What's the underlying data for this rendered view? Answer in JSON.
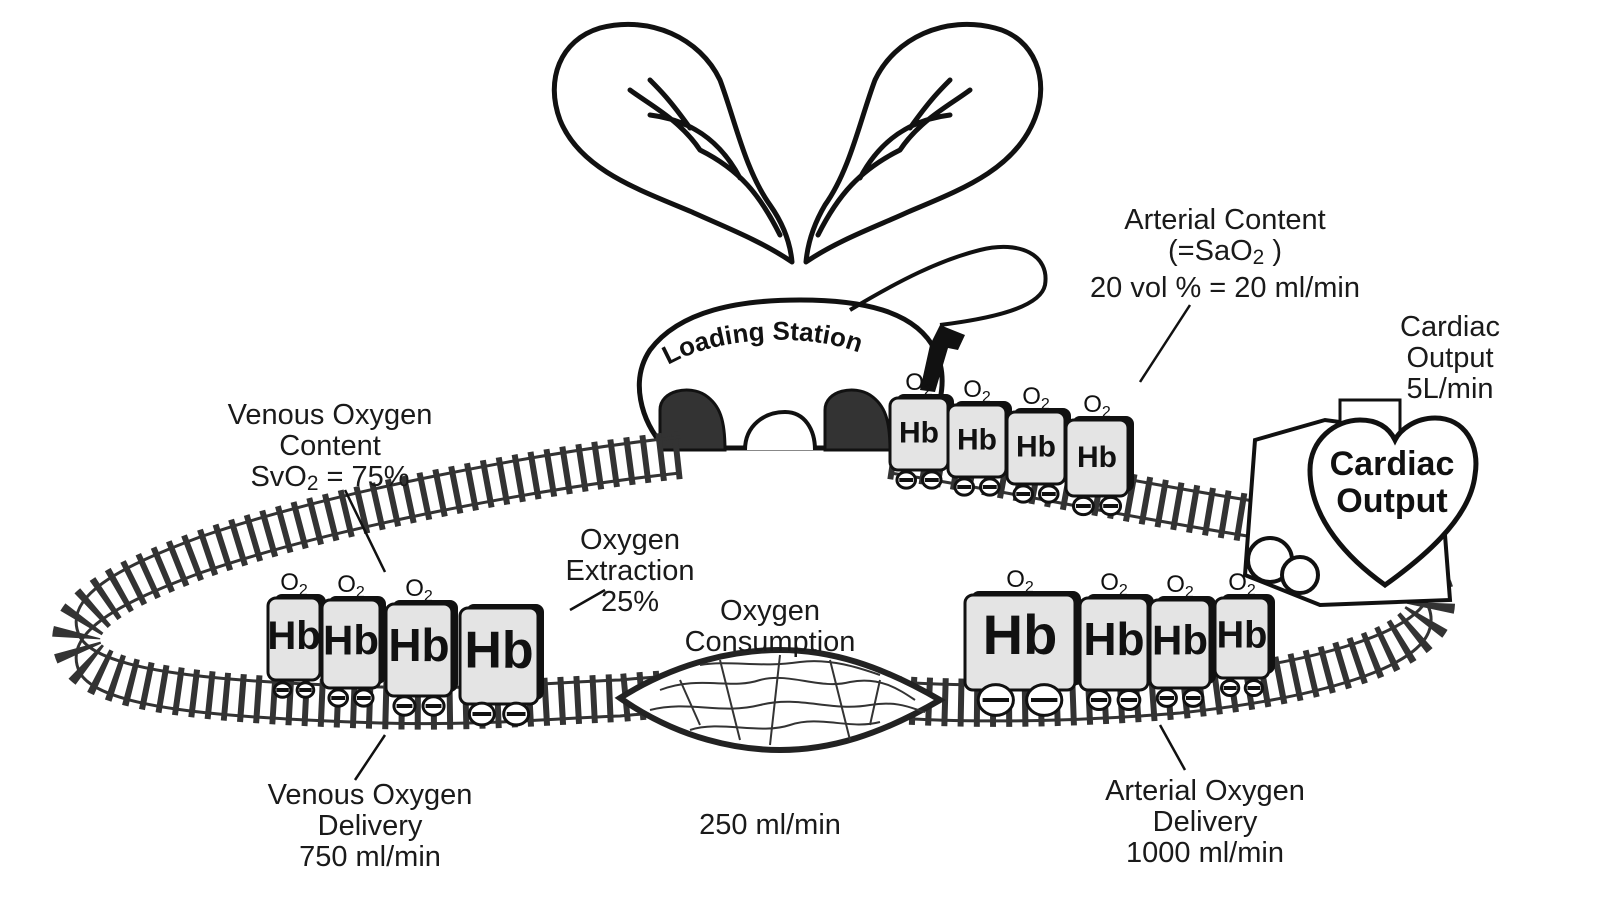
{
  "station": {
    "label": "Loading Station"
  },
  "arterial_content": {
    "line1": "Arterial Content",
    "line2_pre": "(=SaO",
    "line2_sub": "2",
    "line2_post": " )",
    "line3": "20 vol % = 20 ml/min"
  },
  "cardiac_output_label": {
    "line1": "Cardiac",
    "line2": "Output",
    "line3": "5L/min"
  },
  "heart": {
    "line1": "Cardiac",
    "line2": "Output"
  },
  "venous_content": {
    "line1": "Venous Oxygen",
    "line2": "Content",
    "line3_pre": "SvO",
    "line3_sub": "2",
    "line3_post": " = 75%"
  },
  "extraction": {
    "line1": "Oxygen",
    "line2": "Extraction",
    "line3": "25%"
  },
  "consumption": {
    "line1": "Oxygen",
    "line2": "Consumption",
    "value": "250 ml/min"
  },
  "venous_delivery": {
    "line1": "Venous Oxygen",
    "line2": "Delivery",
    "line3": "750 ml/min"
  },
  "arterial_delivery": {
    "line1": "Arterial Oxygen",
    "line2": "Delivery",
    "line3": "1000 ml/min"
  },
  "car": {
    "label": "Hb",
    "cargo_main": "O",
    "cargo_sub": "2"
  },
  "trains": {
    "top": {
      "cars": 4
    },
    "left": {
      "cars": 4
    },
    "right": {
      "cars": 4
    }
  }
}
